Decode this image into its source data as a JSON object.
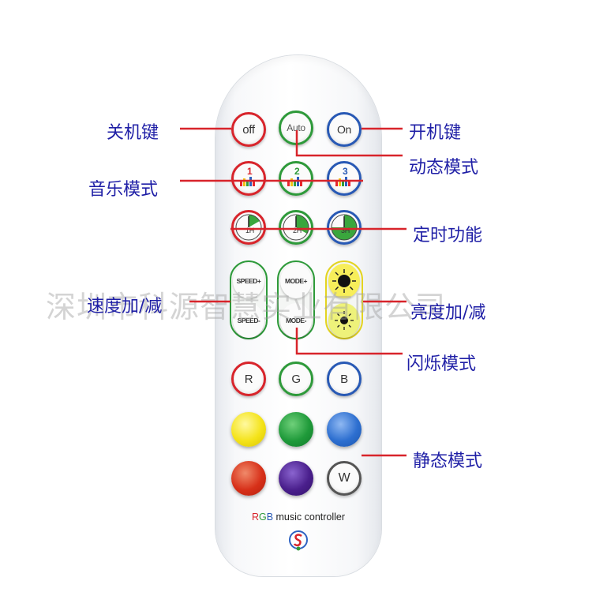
{
  "remote": {
    "row1": {
      "off": "off",
      "auto": "Auto",
      "on": "On"
    },
    "music": [
      "1",
      "2",
      "3"
    ],
    "timer": [
      "1H",
      "2H",
      "3H"
    ],
    "speed": {
      "plus": "SPEED+",
      "minus": "SPEED-"
    },
    "mode": {
      "plus": "MODE+",
      "minus": "MODE-"
    },
    "rgb": {
      "r": "R",
      "g": "G",
      "b": "B"
    },
    "white": "W",
    "brand": {
      "r": "R",
      "g": "G",
      "b": "B",
      "rest": " music controller"
    },
    "colors": {
      "yellow": "#f4e31a",
      "green": "#1f9a3a",
      "blue": "#2d6fd0",
      "red": "#d73019",
      "purple": "#4a1f8c"
    }
  },
  "labels": {
    "power_off": "关机键",
    "power_on": "开机键",
    "dynamic": "动态模式",
    "music": "音乐模式",
    "timer": "定时功能",
    "speed": "速度加/减",
    "brightness": "亮度加/减",
    "flash": "闪烁模式",
    "static": "静态模式"
  },
  "watermark": "深圳市科源智慧实业有限公司"
}
